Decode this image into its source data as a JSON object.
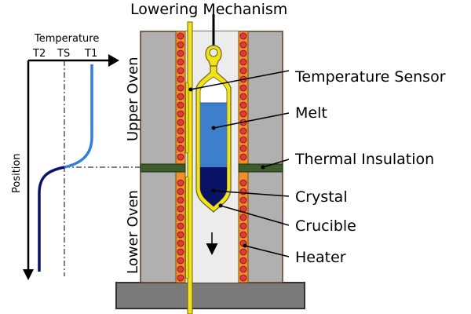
{
  "title": "Lowering Mechanism",
  "labels": {
    "temperature_sensor": "Temperature Sensor",
    "melt": "Melt",
    "thermal_insulation": "Thermal Insulation",
    "crystal": "Crystal",
    "crucible": "Crucible",
    "heater": "Heater"
  },
  "zones": {
    "upper": "Upper Oven",
    "lower": "Lower Oven"
  },
  "graph": {
    "x_axis_label": "Temperature",
    "y_axis_label": "Position",
    "ticks": [
      "T2",
      "TS",
      "T1"
    ]
  },
  "colors": {
    "oven_wall": "#b0b0b0",
    "oven_inner": "#ececec",
    "heater": "#f0902c",
    "heater_dot": "#e23a3a",
    "insulation": "#3d5e2a",
    "melt": "#3d7fcc",
    "crystal": "#0a1266",
    "crucible": "#f2e21a",
    "base": "#7a7a7a",
    "curve_hot": "#2f7fe0",
    "curve_cold": "#0a1266"
  }
}
